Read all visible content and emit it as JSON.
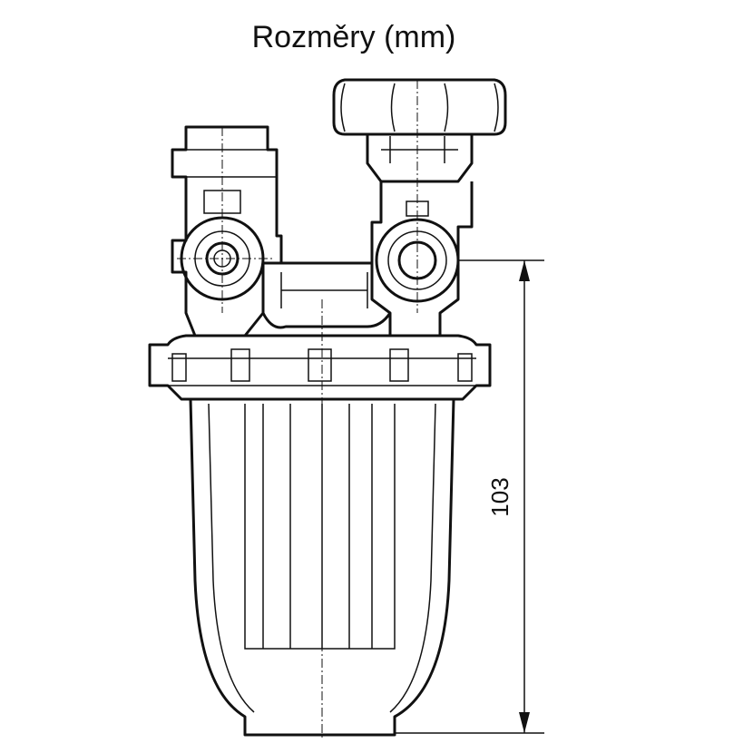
{
  "title": "Rozměry (mm)",
  "dimension": {
    "value": "103",
    "unit": "mm",
    "orientation": "vertical"
  }
}
